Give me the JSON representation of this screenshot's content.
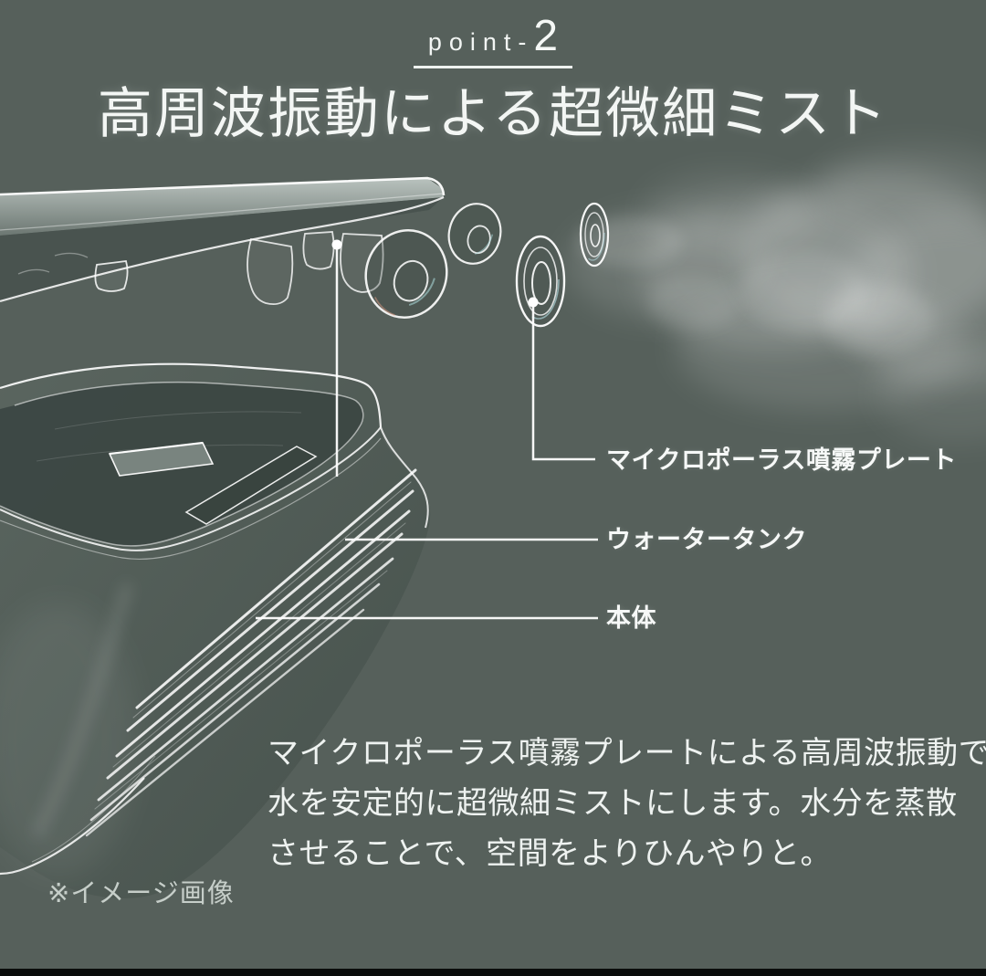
{
  "header": {
    "point_text": "point-",
    "point_number": "2",
    "title": "高周波振動による超微細ミスト"
  },
  "diagram": {
    "callouts": [
      {
        "label": "マイクロポーラス噴霧プレート"
      },
      {
        "label": "ウォータータンク"
      },
      {
        "label": "本体"
      }
    ]
  },
  "description": {
    "lines": [
      "マイクロポーラス噴霧プレートによる高周波振動で",
      "水を安定的に超微細ミストにします。水分を蒸散",
      "させることで、空間をよりひんやりと。"
    ]
  },
  "footnote": "※イメージ画像",
  "colors": {
    "background": "#56605b",
    "text": "#f3f6f4",
    "muted_text": "#c6cec9",
    "leader_line": "#ffffff",
    "bottom_bar": "#0a0c0b"
  }
}
